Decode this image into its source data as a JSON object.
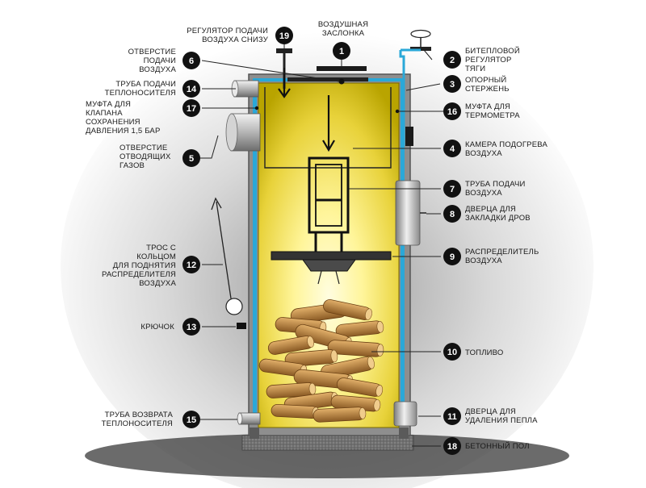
{
  "labels": [
    {
      "id": 1,
      "number": "1",
      "lines": [
        "ВОЗДУШНАЯ",
        "ЗАСЛОНКА"
      ]
    },
    {
      "id": 2,
      "number": "2",
      "lines": [
        "БИТЕПЛОВОЙ",
        "РЕГУЛЯТОР",
        "ТЯГИ"
      ]
    },
    {
      "id": 3,
      "number": "3",
      "lines": [
        "ОПОРНЫЙ",
        "СТЕРЖЕНЬ"
      ]
    },
    {
      "id": 4,
      "number": "4",
      "lines": [
        "КАМЕРА ПОДОГРЕВА",
        "ВОЗДУХА"
      ]
    },
    {
      "id": 5,
      "number": "5",
      "lines": [
        "ОТВЕРСТИЕ",
        "ОТВОДЯЩИХ",
        "ГАЗОВ"
      ]
    },
    {
      "id": 6,
      "number": "6",
      "lines": [
        "ОТВЕРСТИЕ",
        "ПОДАЧИ",
        "ВОЗДУХА"
      ]
    },
    {
      "id": 7,
      "number": "7",
      "lines": [
        "ТРУБА ПОДАЧИ",
        "ВОЗДУХА"
      ]
    },
    {
      "id": 8,
      "number": "8",
      "lines": [
        "ДВЕРЦА ДЛЯ",
        "ЗАКЛАДКИ ДРОВ"
      ]
    },
    {
      "id": 9,
      "number": "9",
      "lines": [
        "РАСПРЕДЕЛИТЕЛЬ",
        "ВОЗДУХА"
      ]
    },
    {
      "id": 10,
      "number": "10",
      "lines": [
        "ТОПЛИВО"
      ]
    },
    {
      "id": 11,
      "number": "11",
      "lines": [
        "ДВЕРЦА ДЛЯ",
        "УДАЛЕНИЯ ПЕПЛА"
      ]
    },
    {
      "id": 12,
      "number": "12",
      "lines": [
        "ТРОС С",
        "КОЛЬЦОМ",
        "ДЛЯ ПОДНЯТИЯ",
        "РАСПРЕДЕЛИТЕЛЯ",
        "ВОЗДУХА"
      ]
    },
    {
      "id": 13,
      "number": "13",
      "lines": [
        "КРЮЧОК"
      ]
    },
    {
      "id": 14,
      "number": "14",
      "lines": [
        "ТРУБА ПОДАЧИ",
        "ТЕПЛОНОСИТЕЛЯ"
      ]
    },
    {
      "id": 15,
      "number": "15",
      "lines": [
        "ТРУБА ВОЗВРАТА",
        "ТЕПЛОНОСИТЕЛЯ"
      ]
    },
    {
      "id": 16,
      "number": "16",
      "lines": [
        "МУФТА ДЛЯ",
        "ТЕРМОМЕТРА"
      ]
    },
    {
      "id": 17,
      "number": "17",
      "lines": [
        "МУФТА ДЛЯ",
        "КЛАПАНА",
        "СОХРАНЕНИЯ",
        "ДАВЛЕНИЯ 1,5 БАР"
      ]
    },
    {
      "id": 18,
      "number": "18",
      "lines": [
        "БЕТОННЫЙ ПОЛ"
      ]
    },
    {
      "id": 19,
      "number": "19",
      "lines": [
        "РЕГУЛЯТОР ПОДАЧИ",
        "ВОЗДУХА СНИЗУ"
      ]
    }
  ],
  "colors": {
    "chamber_glow": "#fff9a0",
    "chamber_edge": "#c9b000",
    "jacket": "#9a9a9a",
    "water_pipe": "#2aa8d8",
    "wood_light": "#d9a65a",
    "wood_dark": "#8a5a24",
    "badge": "#111111",
    "floor": "#6e6e6e"
  }
}
